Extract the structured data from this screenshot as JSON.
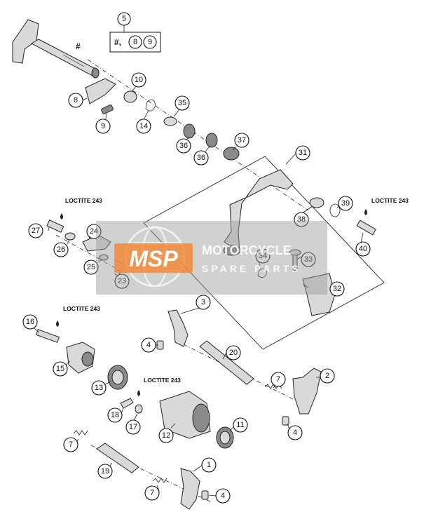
{
  "callouts": {
    "c1": "1",
    "c2": "2",
    "c3": "3",
    "c4a": "4",
    "c4b": "4",
    "c4c": "4",
    "c5": "5",
    "c7a": "7",
    "c7b": "7",
    "c7c": "7",
    "c8": "8",
    "c9": "9",
    "c10": "10",
    "c11": "11",
    "c12": "12",
    "c13": "13",
    "c14": "14",
    "c15": "15",
    "c16": "16",
    "c17": "17",
    "c18": "18",
    "c19": "19",
    "c20": "20",
    "c23": "23",
    "c24": "24",
    "c25": "25",
    "c26": "26",
    "c27": "27",
    "c31": "31",
    "c32": "32",
    "c33": "33",
    "c34": "34",
    "c35": "35",
    "c36a": "36",
    "c36b": "36",
    "c37": "37",
    "c38": "38",
    "c39": "39",
    "c40": "40"
  },
  "set_box": {
    "prefix": "#,",
    "item1": "8",
    "item2": "9"
  },
  "hash_mark": "#",
  "loctite": {
    "l1": "LOCTITE 243",
    "l2": "LOCTITE 243",
    "l3": "LOCTITE 243",
    "l4": "LOCTITE 243"
  },
  "watermark": {
    "logo": "MSP",
    "line1": "MOTORCYCLE",
    "line2": "SPARE PARTS"
  },
  "colors": {
    "logo_orange": "#f28a3a",
    "panel_gray": "#9a9a9a"
  }
}
